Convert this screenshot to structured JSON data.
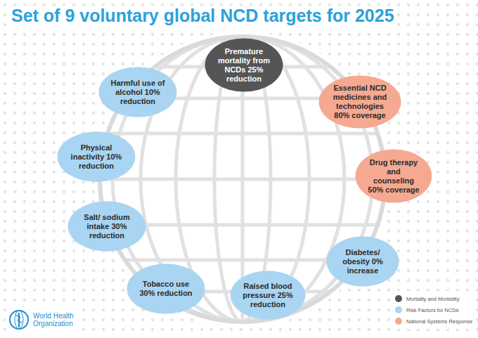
{
  "diagram": {
    "title": "Set of 9 voluntary global NCD targets for 2025",
    "nodes": [
      {
        "text": [
          "Premature mortality from NCDs 25% reduction"
        ]
      },
      {
        "text": [
          "Essential NCD medicines and technologies 80% coverage"
        ]
      },
      {
        "text": [
          "Drug therapy and counseling 50% coverage"
        ]
      },
      {
        "text": [
          "Diabetes/ obesity 0% increase"
        ]
      },
      {
        "text": [
          "Raised blood pressure 25% reduction"
        ]
      },
      {
        "text": [
          "Tobacco use 30% reduction"
        ]
      },
      {
        "text": [
          "Salt/ sodium intake 30% reduction"
        ]
      },
      {
        "text": [
          "Physical inactivity 10% reduction"
        ]
      },
      {
        "text": [
          "Harmful use of alcohol 10% reduction"
        ]
      }
    ],
    "labels": [
      "World Health Organization"
    ],
    "legend": [
      {
        "text": "Mortality and Morbidity",
        "color": "#555555"
      },
      {
        "text": "Risk Factors for NCDs",
        "color": "#a9d5f2"
      },
      {
        "text": "National Systems Response",
        "color": "#f5a990"
      }
    ]
  }
}
